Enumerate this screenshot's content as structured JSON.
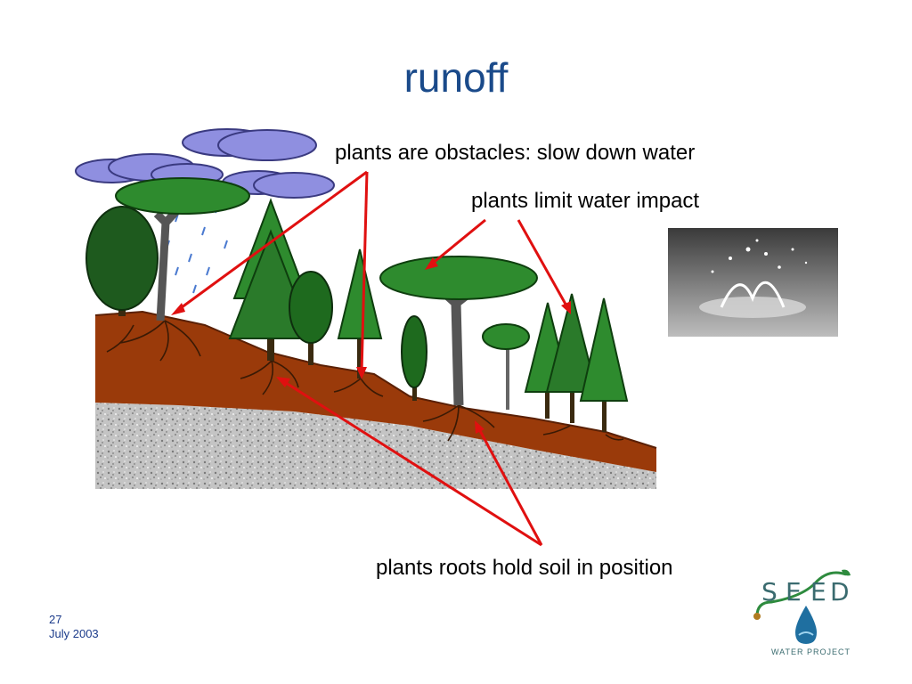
{
  "slide": {
    "title": "runoff",
    "page_number": "27",
    "date": "July 2003"
  },
  "labels": {
    "obstacles": "plants are obstacles: slow down water",
    "impact": "plants limit water impact",
    "roots": "plants roots hold soil in position"
  },
  "logo": {
    "letters": [
      "S",
      "E",
      "E",
      "D"
    ],
    "subtitle": "WATER PROJECT"
  },
  "colors": {
    "title": "#1a4a8a",
    "arrow": "#e01010",
    "soil": "#9a3a0a",
    "cloud": "#8f8fe0",
    "foliage": "#2e8b2e",
    "logo": "#3a6b6f"
  }
}
